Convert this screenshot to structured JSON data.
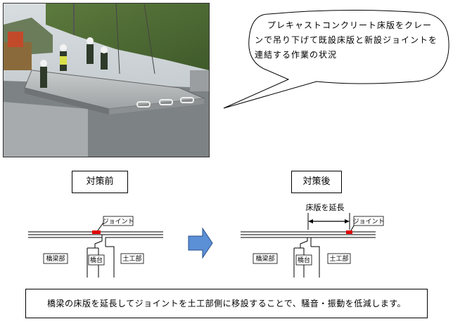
{
  "callout": {
    "text": "プレキャストコンクリート床版をクレーンで吊り下げて既設床版と新設ジョイントを連結する作業の状況"
  },
  "before": {
    "title": "対策前",
    "joint_label": "ジョイント",
    "bridge_label": "橋梁部",
    "abutment_label": "橋台",
    "earthwork_label": "土工部"
  },
  "after": {
    "title": "対策後",
    "extend_label": "床版を延長",
    "joint_label": "ジョイント",
    "bridge_label": "橋梁部",
    "abutment_label": "橋台",
    "earthwork_label": "土工部"
  },
  "conclusion": {
    "text": "橋梁の床版を延長してジョイントを土工部側に移設することで、騒音・振動を低減します。"
  },
  "colors": {
    "joint_marker": "#e00000",
    "arrow_fill": "#5b8fd6",
    "arrow_stroke": "#2a4f8a"
  }
}
